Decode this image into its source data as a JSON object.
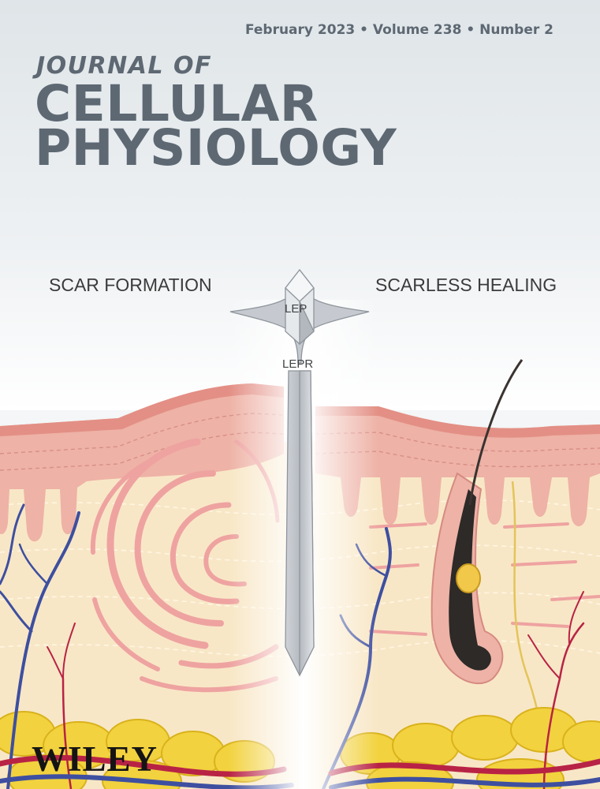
{
  "cover": {
    "issue_line": "February 2023 • Volume 238 • Number 2",
    "journal_of": "JOURNAL OF",
    "title_line1": "CELLULAR",
    "title_line2": "PHYSIOLOGY",
    "publisher": "WILEY"
  },
  "illustration": {
    "left_label": "SCAR FORMATION",
    "right_label": "SCARLESS HEALING",
    "sword_tip_label": "LEP",
    "sword_blade_label": "LEPR",
    "icons": [
      "sword-icon",
      "hair-follicle-icon",
      "blood-vessel-icon",
      "fat-cell-icon"
    ]
  },
  "colors": {
    "title": "#5d6873",
    "epidermis": "#eeb2a6",
    "dermis": "#f8e7c6",
    "fat": "#f2d23e",
    "vein": "#3e4fa0",
    "artery": "#b82345",
    "scar_fiber": "#eea3a1",
    "sword": "#b9bdc3"
  }
}
